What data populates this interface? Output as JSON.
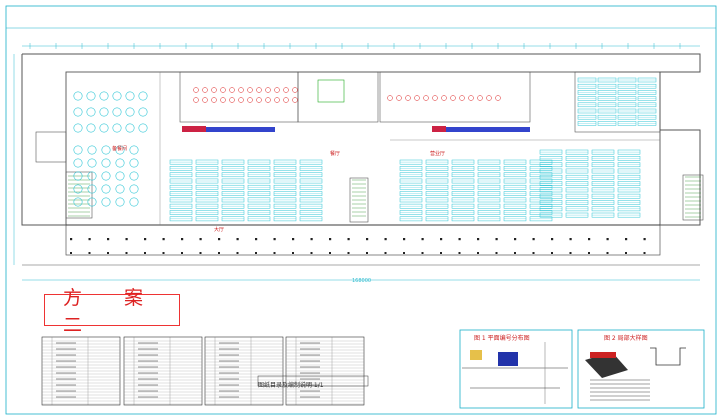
{
  "drawing": {
    "scheme_title": "方 案 二",
    "overall_dimension": "168000",
    "detail_captions": {
      "left_table": "图纸目录及编制说明 1/1",
      "middle": "图 1 平面编号分布图",
      "right": "图 2 局部大样图"
    },
    "colors": {
      "wall": "#555555",
      "dimension": "#2fbcd0",
      "furniture": "#2fc6d6",
      "annotation": "#dd2222",
      "partition": "#2a2ad0",
      "frame": "#19b0c9"
    },
    "floor_annotations": [
      "备餐间",
      "餐厅",
      "营业厅",
      "大厅"
    ]
  }
}
